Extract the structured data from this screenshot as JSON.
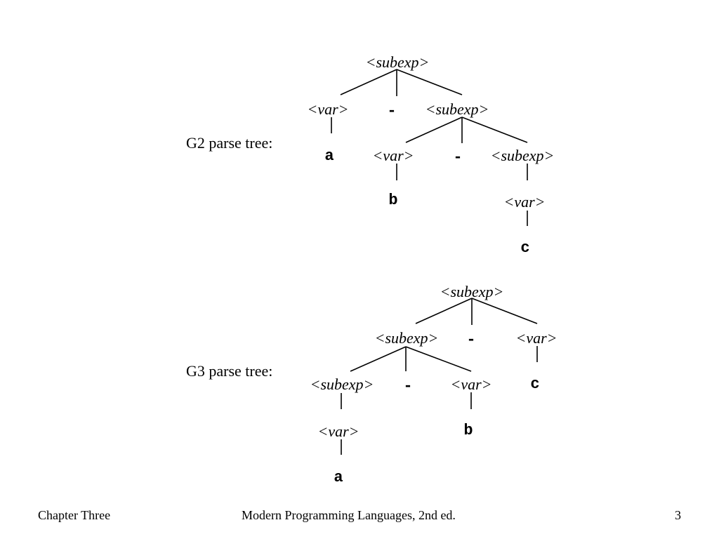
{
  "trees": [
    {
      "label": "G2 parse tree:",
      "nodes": [
        {
          "id": "r",
          "text": "<subexp>",
          "kind": "nt"
        },
        {
          "id": "v1",
          "text": "<var>",
          "kind": "nt"
        },
        {
          "id": "m1",
          "text": "-",
          "kind": "tm"
        },
        {
          "id": "s1",
          "text": "<subexp>",
          "kind": "nt"
        },
        {
          "id": "a",
          "text": "a",
          "kind": "tm"
        },
        {
          "id": "v2",
          "text": "<var>",
          "kind": "nt"
        },
        {
          "id": "m2",
          "text": "-",
          "kind": "tm"
        },
        {
          "id": "s2",
          "text": "<subexp>",
          "kind": "nt"
        },
        {
          "id": "b",
          "text": "b",
          "kind": "tm"
        },
        {
          "id": "v3",
          "text": "<var>",
          "kind": "nt"
        },
        {
          "id": "c",
          "text": "c",
          "kind": "tm"
        }
      ]
    },
    {
      "label": "G3 parse tree:",
      "nodes": [
        {
          "id": "r",
          "text": "<subexp>",
          "kind": "nt"
        },
        {
          "id": "s1",
          "text": "<subexp>",
          "kind": "nt"
        },
        {
          "id": "m1",
          "text": "-",
          "kind": "tm"
        },
        {
          "id": "v1",
          "text": "<var>",
          "kind": "nt"
        },
        {
          "id": "c",
          "text": "c",
          "kind": "tm"
        },
        {
          "id": "s2",
          "text": "<subexp>",
          "kind": "nt"
        },
        {
          "id": "m2",
          "text": "-",
          "kind": "tm"
        },
        {
          "id": "v2",
          "text": "<var>",
          "kind": "nt"
        },
        {
          "id": "b",
          "text": "b",
          "kind": "tm"
        },
        {
          "id": "v3",
          "text": "<var>",
          "kind": "nt"
        },
        {
          "id": "a",
          "text": "a",
          "kind": "tm"
        }
      ]
    }
  ],
  "footer": {
    "left": "Chapter Three",
    "center": "Modern Programming Languages, 2nd ed.",
    "right": "3"
  }
}
